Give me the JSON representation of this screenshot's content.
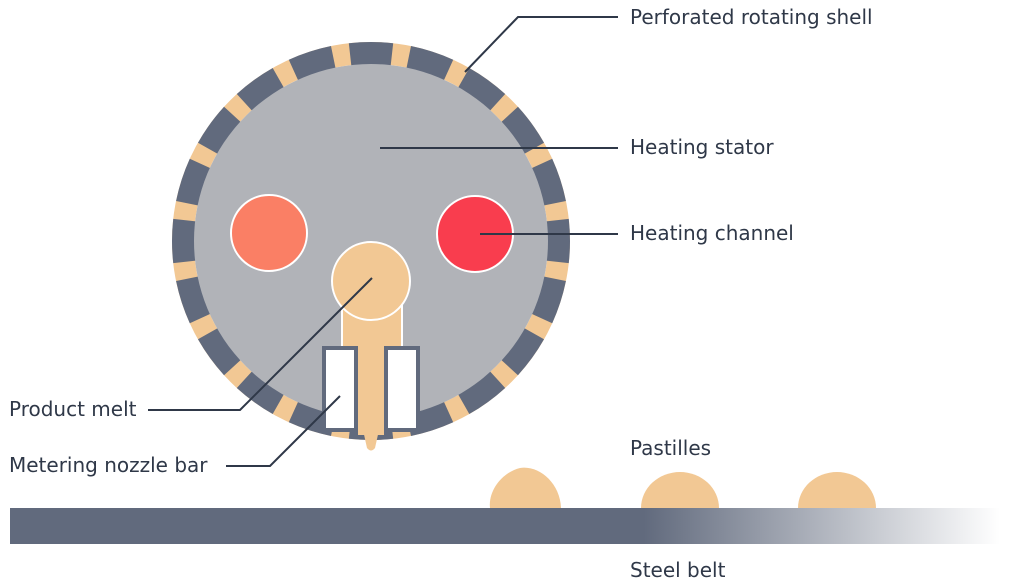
{
  "labels": {
    "perforated_shell": "Perforated rotating shell",
    "heating_stator": "Heating stator",
    "heating_channel": "Heating channel",
    "product_melt": "Product melt",
    "metering_nozzle_bar": "Metering nozzle bar",
    "pastilles": "Pastilles",
    "steel_belt": "Steel belt"
  },
  "colors": {
    "shell_segment": "#616a7d",
    "stator": "#b1b3b8",
    "melt": "#f2c894",
    "heating_channel_left": "#fa7f65",
    "heating_channel_right": "#f93d4e",
    "belt": "#616a7d",
    "text": "#2f3848"
  },
  "shell": {
    "segment_count": 20
  }
}
